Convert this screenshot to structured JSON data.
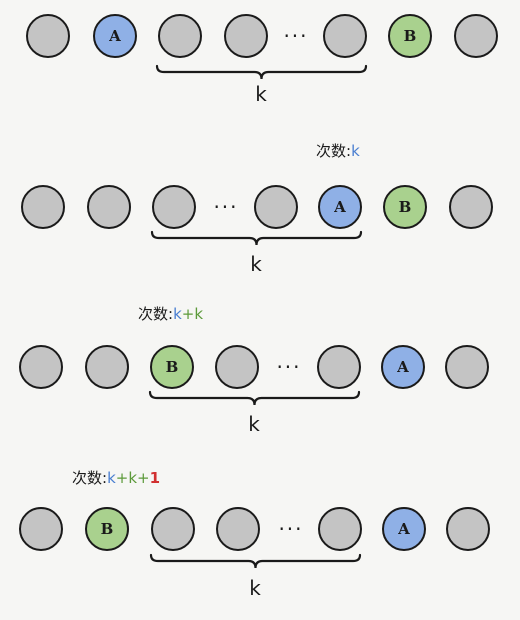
{
  "rows": [
    {
      "nodes": [
        {
          "kind": "circle",
          "color": "gray",
          "label": ""
        },
        {
          "kind": "circle",
          "color": "blue",
          "label": "A"
        },
        {
          "kind": "circle",
          "color": "gray",
          "label": ""
        },
        {
          "kind": "circle",
          "color": "gray",
          "label": ""
        },
        {
          "kind": "dots",
          "label": "···"
        },
        {
          "kind": "circle",
          "color": "gray",
          "label": ""
        },
        {
          "kind": "circle",
          "color": "green",
          "label": "B"
        },
        {
          "kind": "circle",
          "color": "gray",
          "label": ""
        }
      ],
      "brace_label": "k",
      "count": null
    },
    {
      "nodes": [
        {
          "kind": "circle",
          "color": "gray",
          "label": ""
        },
        {
          "kind": "circle",
          "color": "gray",
          "label": ""
        },
        {
          "kind": "circle",
          "color": "gray",
          "label": ""
        },
        {
          "kind": "dots",
          "label": "···"
        },
        {
          "kind": "circle",
          "color": "gray",
          "label": ""
        },
        {
          "kind": "circle",
          "color": "blue",
          "label": "A"
        },
        {
          "kind": "circle",
          "color": "green",
          "label": "B"
        },
        {
          "kind": "circle",
          "color": "gray",
          "label": ""
        }
      ],
      "brace_label": "k",
      "count": {
        "prefix": "次数:",
        "parts": [
          {
            "text": "k",
            "color": "blue"
          }
        ]
      }
    },
    {
      "nodes": [
        {
          "kind": "circle",
          "color": "gray",
          "label": ""
        },
        {
          "kind": "circle",
          "color": "gray",
          "label": ""
        },
        {
          "kind": "circle",
          "color": "green",
          "label": "B"
        },
        {
          "kind": "circle",
          "color": "gray",
          "label": ""
        },
        {
          "kind": "dots",
          "label": "···"
        },
        {
          "kind": "circle",
          "color": "gray",
          "label": ""
        },
        {
          "kind": "circle",
          "color": "blue",
          "label": "A"
        },
        {
          "kind": "circle",
          "color": "gray",
          "label": ""
        }
      ],
      "brace_label": "k",
      "count": {
        "prefix": "次数:",
        "parts": [
          {
            "text": "k",
            "color": "blue"
          },
          {
            "text": "+",
            "color": "green"
          },
          {
            "text": "k",
            "color": "green"
          }
        ]
      }
    },
    {
      "nodes": [
        {
          "kind": "circle",
          "color": "gray",
          "label": ""
        },
        {
          "kind": "circle",
          "color": "green",
          "label": "B"
        },
        {
          "kind": "circle",
          "color": "gray",
          "label": ""
        },
        {
          "kind": "circle",
          "color": "gray",
          "label": ""
        },
        {
          "kind": "dots",
          "label": "···"
        },
        {
          "kind": "circle",
          "color": "gray",
          "label": ""
        },
        {
          "kind": "circle",
          "color": "blue",
          "label": "A"
        },
        {
          "kind": "circle",
          "color": "gray",
          "label": ""
        }
      ],
      "brace_label": "k",
      "count": {
        "prefix": "次数:",
        "parts": [
          {
            "text": "k",
            "color": "blue"
          },
          {
            "text": "+",
            "color": "green"
          },
          {
            "text": "k",
            "color": "green"
          },
          {
            "text": "+",
            "color": "green"
          },
          {
            "text": "1",
            "color": "red"
          }
        ]
      }
    }
  ],
  "colors": {
    "gray": "#c4c4c4",
    "blue": "#8fb0e6",
    "green": "#a9d18e",
    "text_blue": "#4a7fd0",
    "text_green": "#5c9a3a",
    "text_red": "#d13030"
  }
}
